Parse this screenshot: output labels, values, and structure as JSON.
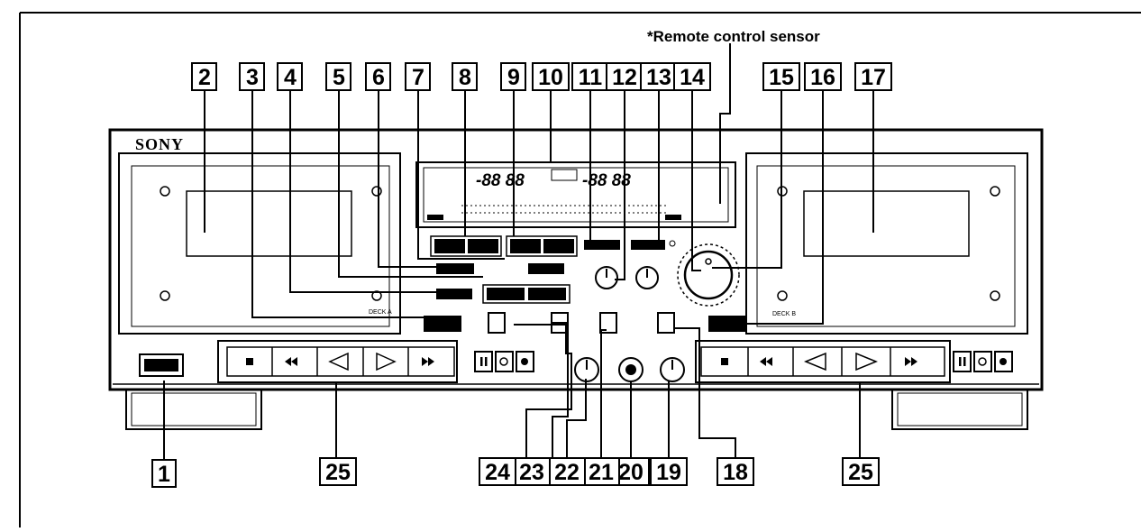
{
  "brand": "SONY",
  "sensor_label": "*Remote control sensor",
  "deck_labels": {
    "deck_a": "DECK A",
    "deck_b": "DECK B"
  },
  "callouts": [
    "1",
    "2",
    "3",
    "4",
    "5",
    "6",
    "7",
    "8",
    "9",
    "10",
    "11",
    "12",
    "13",
    "14",
    "15",
    "16",
    "17",
    "18",
    "19",
    "20",
    "21",
    "22",
    "23",
    "24",
    "25",
    "25"
  ],
  "transport_icons": [
    "stop-icon",
    "rewind-icon",
    "play-reverse-icon",
    "play-forward-icon",
    "fast-forward-icon",
    "pause-icon",
    "record-muting-icon",
    "record-icon"
  ]
}
